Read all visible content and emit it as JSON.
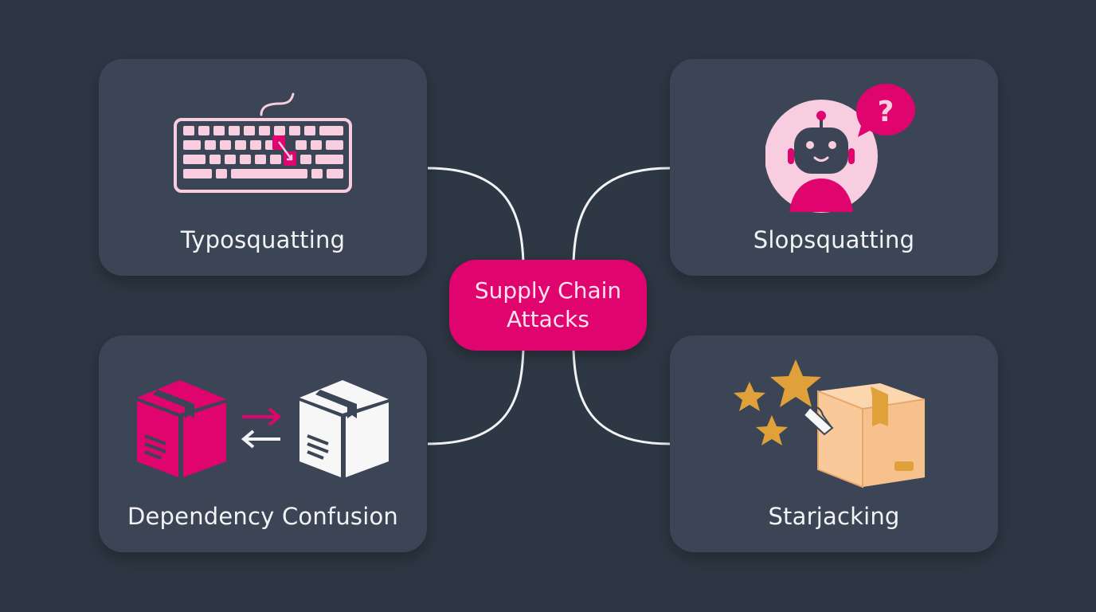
{
  "center": {
    "line1": "Supply Chain",
    "line2": "Attacks"
  },
  "nodes": {
    "top_left": {
      "label": "Typosquatting",
      "icon": "keyboard-icon"
    },
    "top_right": {
      "label": "Slopsquatting",
      "icon": "robot-question-icon",
      "badge": "?"
    },
    "bottom_left": {
      "label": "Dependency Confusion",
      "icon": "package-swap-icon"
    },
    "bottom_right": {
      "label": "Starjacking",
      "icon": "stars-package-icon"
    }
  },
  "colors": {
    "background": "#2e3744",
    "card": "#3b4555",
    "accent": "#e0046f",
    "pink_light": "#f8cde0",
    "gold": "#e0a03a",
    "box_tan": "#f9c99a"
  }
}
